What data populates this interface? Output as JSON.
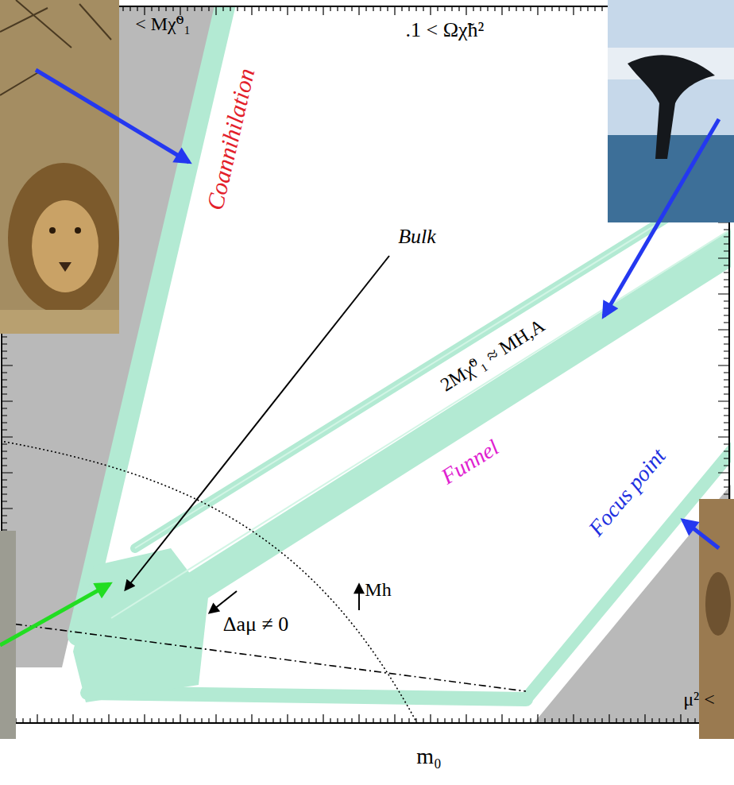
{
  "diagram": {
    "labels": [
      "< Mχ̃⁰₁",
      ".1 < Ωχ̃h²",
      "Coannihilation",
      "Bulk",
      "2Mχ̃⁰₁ ≈ MH,A",
      "Funnel",
      "Focus point",
      "Δaμ ≠ 0",
      "Mh",
      "μ² <",
      "m₀"
    ]
  }
}
